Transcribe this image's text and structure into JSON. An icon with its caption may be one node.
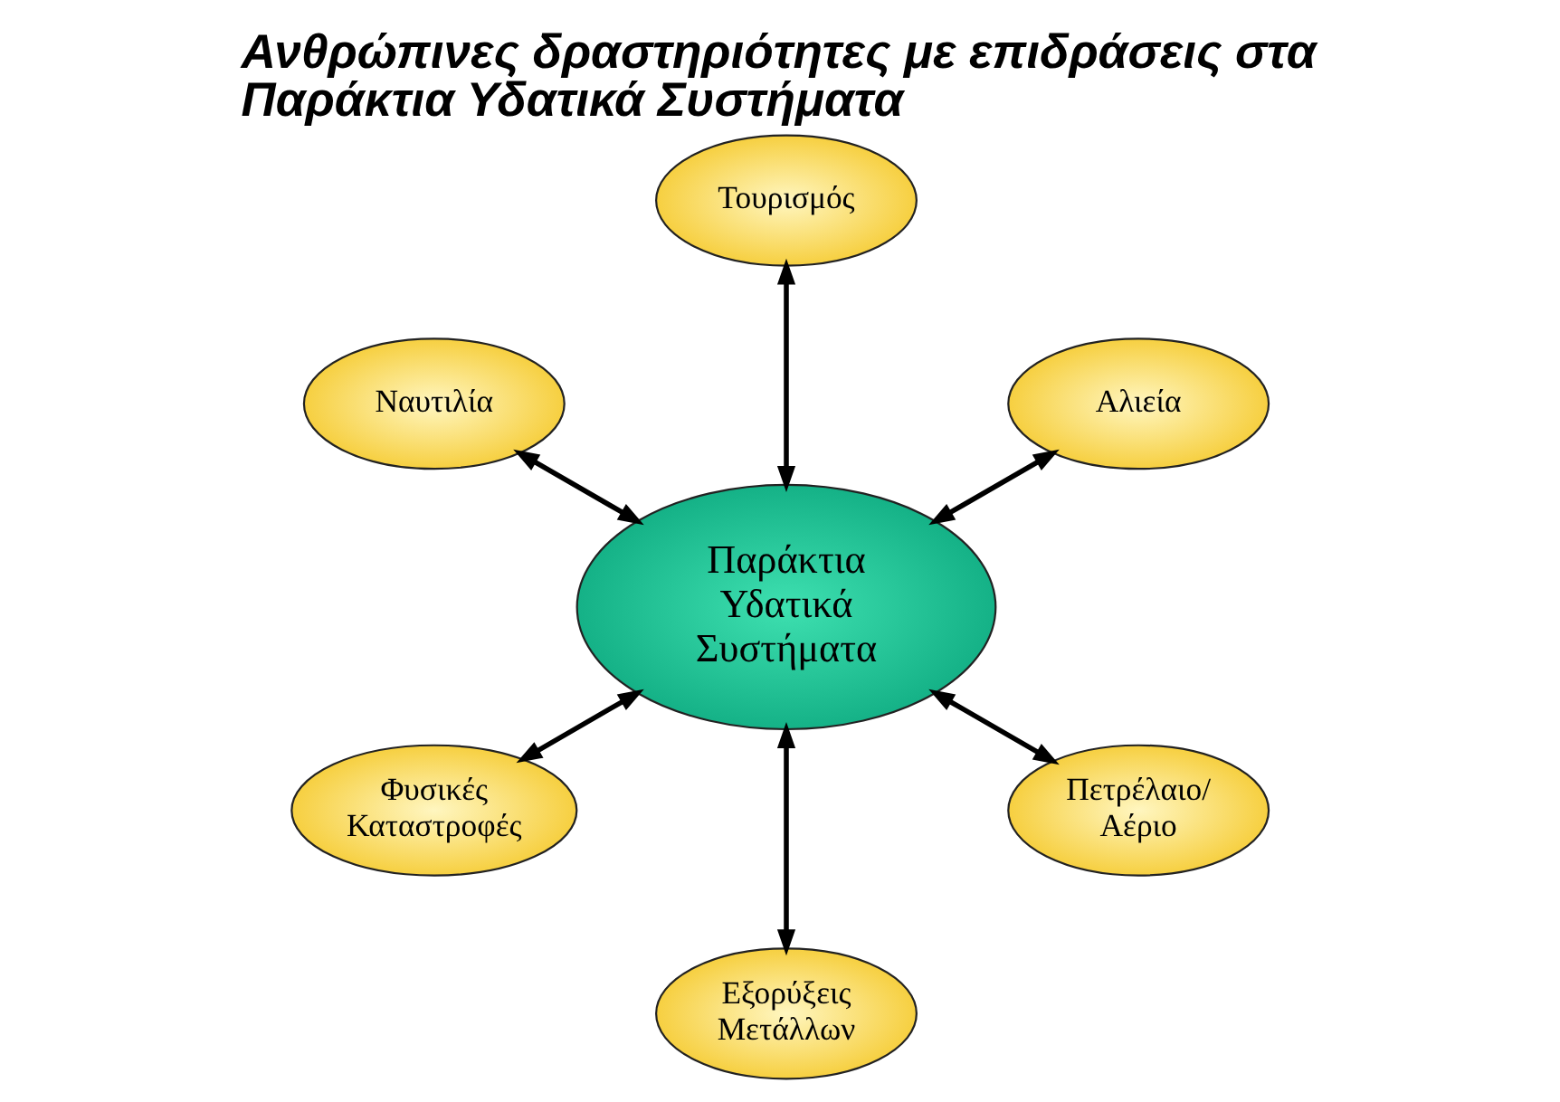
{
  "diagram": {
    "title": "Ανθρώπινες δραστηριότητες με επιδράσεις στα Παράκτια Υδατικά Συστήματα",
    "nodes": [
      {
        "text": [
          "Τουρισμός"
        ]
      },
      {
        "text": [
          "Ναυτιλία"
        ]
      },
      {
        "text": [
          "Αλιεία"
        ]
      },
      {
        "text": [
          "Παράκτια Υδατικά Συστήματα"
        ]
      },
      {
        "text": [
          "Φυσικές Καταστροφές"
        ]
      },
      {
        "text": [
          "Πετρέλαιο/ Αέριο"
        ]
      },
      {
        "text": [
          "Εξορύξεις Μετάλλων"
        ]
      }
    ],
    "edges": [
      {
        "from": 3,
        "to": 0,
        "arrow": "both"
      },
      {
        "from": 3,
        "to": 2,
        "arrow": "both"
      },
      {
        "from": 3,
        "to": 5,
        "arrow": "both"
      },
      {
        "from": 3,
        "to": 6,
        "arrow": "both"
      },
      {
        "from": 3,
        "to": 4,
        "arrow": "both"
      },
      {
        "from": 3,
        "to": 1,
        "arrow": "both"
      }
    ]
  }
}
